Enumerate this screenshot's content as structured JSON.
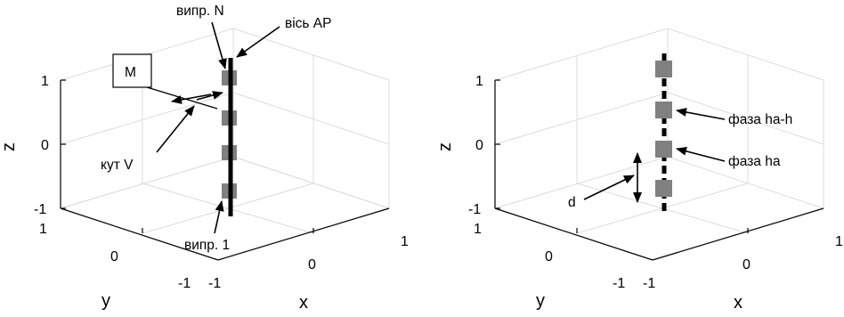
{
  "left_plot": {
    "annotations": {
      "element_n": "випр. N",
      "array_axis": "вісь АР",
      "element_1": "випр. 1",
      "angle": "кут V",
      "marker": "М"
    },
    "ticks": {
      "z": [
        "1",
        "0",
        "-1"
      ],
      "y": [
        "1",
        "0",
        "-1"
      ],
      "x": [
        "-1",
        "0",
        "1"
      ]
    },
    "axis_labels": {
      "z": "z",
      "y": "y",
      "x": "x"
    }
  },
  "right_plot": {
    "annotations": {
      "phase_h": "фаза ha-h",
      "phase": "фаза ha",
      "spacing": "d"
    },
    "ticks": {
      "z": [
        "1",
        "0",
        "-1"
      ],
      "y": [
        "1",
        "0",
        "-1"
      ],
      "x": [
        "-1",
        "0",
        "1"
      ]
    },
    "axis_labels": {
      "z": "z",
      "y": "y",
      "x": "x"
    }
  },
  "colors": {
    "element_fill": "#808080",
    "axis_line": "#000000",
    "grid_line": "#dcdcdc"
  }
}
